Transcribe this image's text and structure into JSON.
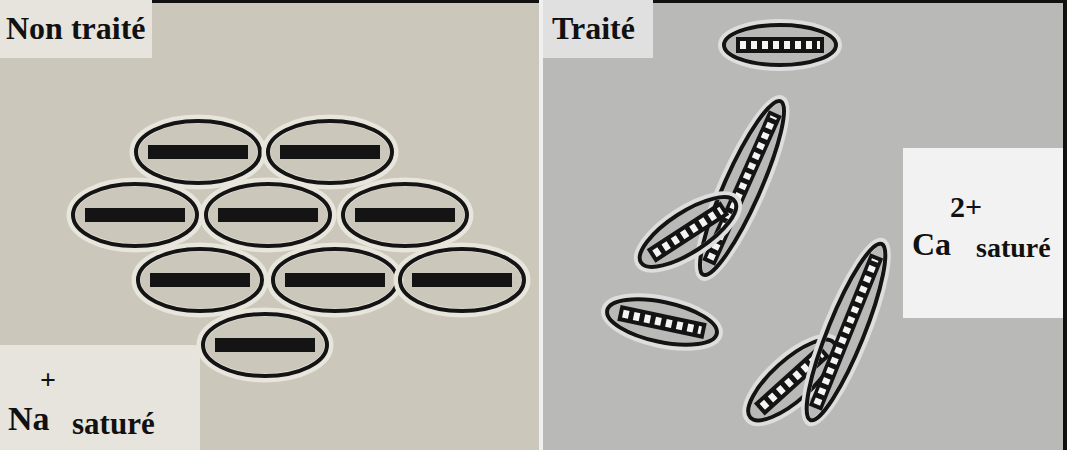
{
  "diagram": {
    "labels": [
      "Non traité",
      "Na",
      "+",
      "saturé",
      "Traité",
      "Ca",
      "2+",
      "saturé"
    ]
  }
}
